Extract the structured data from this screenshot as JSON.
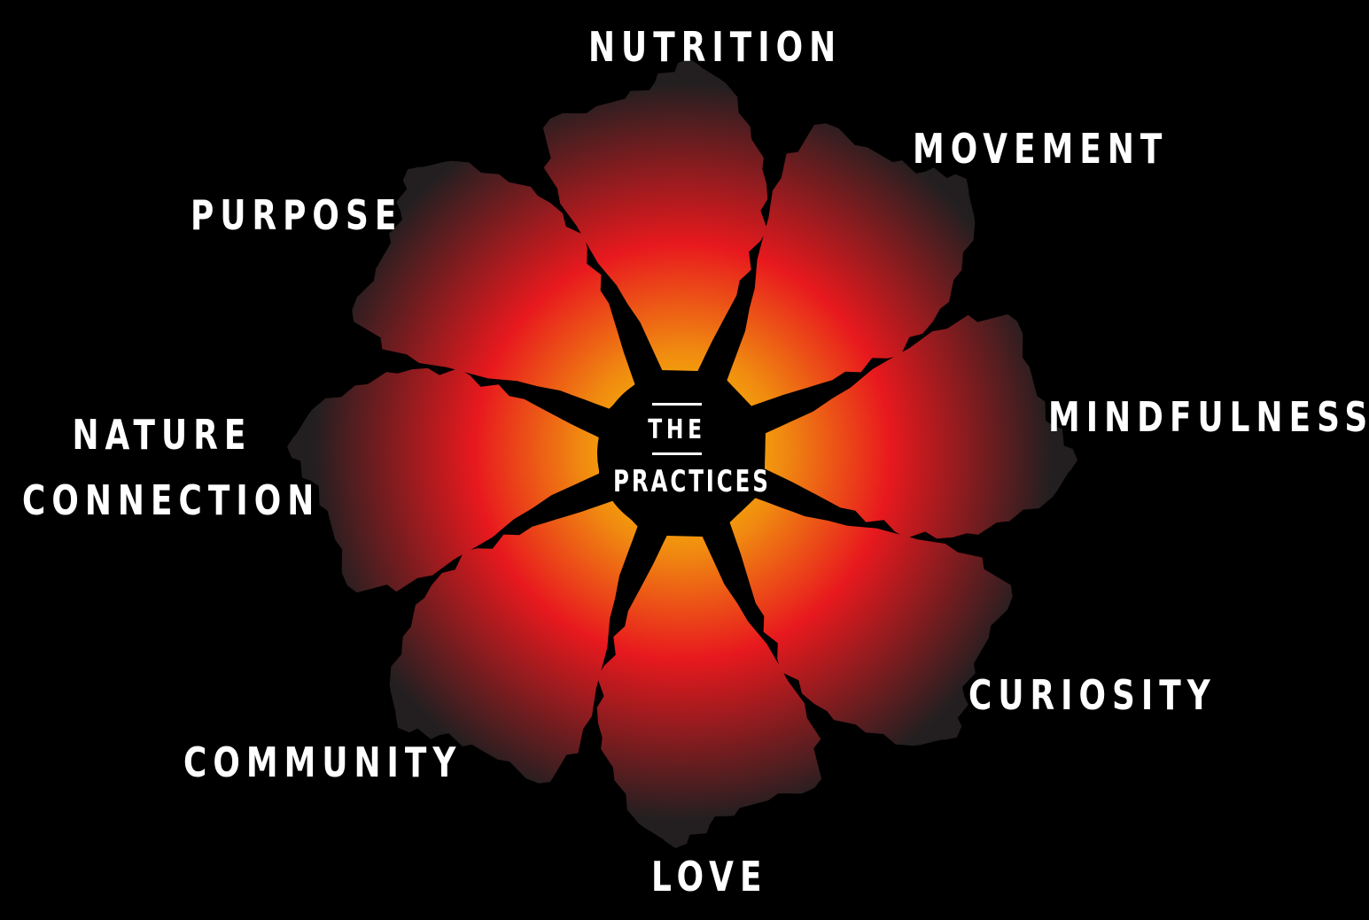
{
  "center": {
    "line1": "THE",
    "line2": "PRACTICES"
  },
  "practices": {
    "nutrition": "NUTRITION",
    "movement": "MOVEMENT",
    "purpose": "PURPOSE",
    "mindfulness": "MINDFULNESS",
    "nature_line1": "NATURE",
    "nature_line2": "CONNECTION",
    "curiosity": "CURIOSITY",
    "community": "COMMUNITY",
    "love": "LOVE"
  },
  "colors": {
    "background": "#000000",
    "text": "#ffffff",
    "petal_inner": "#ffd400",
    "petal_mid": "#e8191e",
    "petal_outer": "#231f20"
  },
  "petal_count": 8
}
